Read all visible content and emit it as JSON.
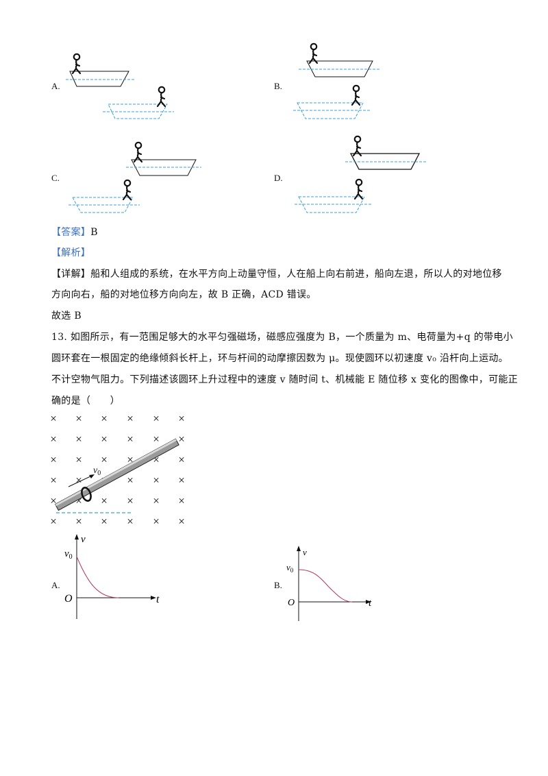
{
  "options_q12": {
    "a_label": "A.",
    "b_label": "B.",
    "c_label": "C.",
    "d_label": "D."
  },
  "answer": {
    "tag": "【答案】",
    "value": "B"
  },
  "analysis": {
    "tag": "【解析】"
  },
  "detail": {
    "tag": "【详解】",
    "line1": "船和人组成的系统，在水平方向上动量守恒，人在船上向右前进，船向左退，所以人的对地位移",
    "line2": "方向向右，船的对地位移方向向左，故 B 正确，ACD 错误。",
    "conclusion": "故选 B"
  },
  "question13": {
    "line1": "13. 如图所示，有一范围足够大的水平匀强磁场，磁感应强度为 B，一个质量为 m、电荷量为+q 的带电小",
    "line2": "圆环套在一根固定的绝缘倾斜长杆上，环与杆间的动摩擦因数为 μ。现使圆环以初速度 v₀ 沿杆向上运动。",
    "line3": "不计空物气阻力。下列描述该圆环上升过程中的速度 v 随时间 t、机械能 E 随位移 x 变化的图像中，可能正",
    "line4": "确的是（　　）"
  },
  "field_figure": {
    "field_symbol": "×",
    "velocity_label": "v",
    "velocity_sub": "0"
  },
  "graph_a": {
    "label": "A.",
    "y_axis": "v",
    "x_axis": "t",
    "origin": "O",
    "v0_label": "v",
    "v0_sub": "0"
  },
  "graph_b": {
    "label": "B.",
    "y_axis": "v",
    "x_axis": "t",
    "origin": "O",
    "v0_label": "v",
    "v0_sub": "0"
  },
  "colors": {
    "ink": "#111111",
    "dashed_blue": "#3aa0d8",
    "curve": "#b0375a",
    "tag_blue": "#3a6fc4"
  }
}
